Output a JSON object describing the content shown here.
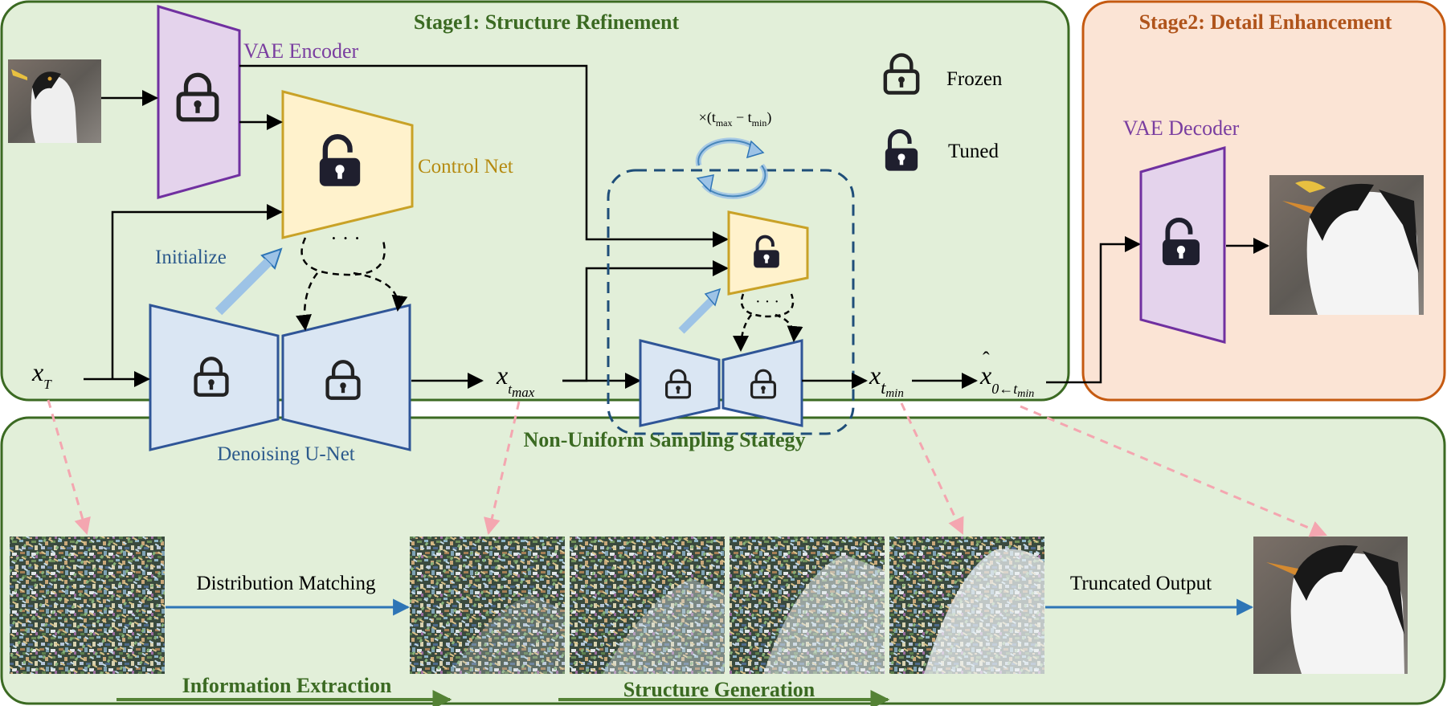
{
  "stage1": {
    "title": "Stage1: Structure Refinement"
  },
  "stage2": {
    "title": "Stage2: Detail Enhancement"
  },
  "bottom": {
    "title": "Non-Uniform Sampling Stategy",
    "distribution_matching": "Distribution Matching",
    "truncated_output": "Truncated Output",
    "information_extraction": "Information Extraction",
    "structure_generation": "Structure Generation"
  },
  "labels": {
    "vae_encoder": "VAE Encoder",
    "control_net": "Control Net",
    "initialize": "Initialize",
    "denoising_unet": "Denoising U-Net",
    "vae_decoder": "VAE Decoder",
    "loop": "×(t",
    "loop_max": "max",
    "loop_minus": " − t",
    "loop_min": "min",
    "loop_close": ")",
    "dots": "· · ·"
  },
  "legend": {
    "frozen": "Frozen",
    "tuned": "Tuned"
  },
  "variables": {
    "x": "x",
    "xT_sub": "T",
    "tmax_t": "t",
    "tmax_sub": "max",
    "tmin_t": "t",
    "tmin_sub": "min",
    "x0_sub": "0←t",
    "x0_sub2": "min"
  },
  "colors": {
    "panel_green": "#e2efd9",
    "border_green": "#3b6a22",
    "panel_orange": "#fbe4d5",
    "border_orange": "#c55a11",
    "purple": "#7030a0",
    "purple_fill": "#e4d3ec",
    "gold": "#c9a227",
    "gold_fill": "#fff2cc",
    "blue": "#2f5597",
    "blue_fill": "#dae6f3",
    "arrow_blue": "#2e75b6",
    "pink": "#f4a6b0"
  },
  "icons": [
    "lock-closed-icon",
    "lock-open-icon",
    "refresh-cycle-icon",
    "penguin-image",
    "noise-image"
  ]
}
